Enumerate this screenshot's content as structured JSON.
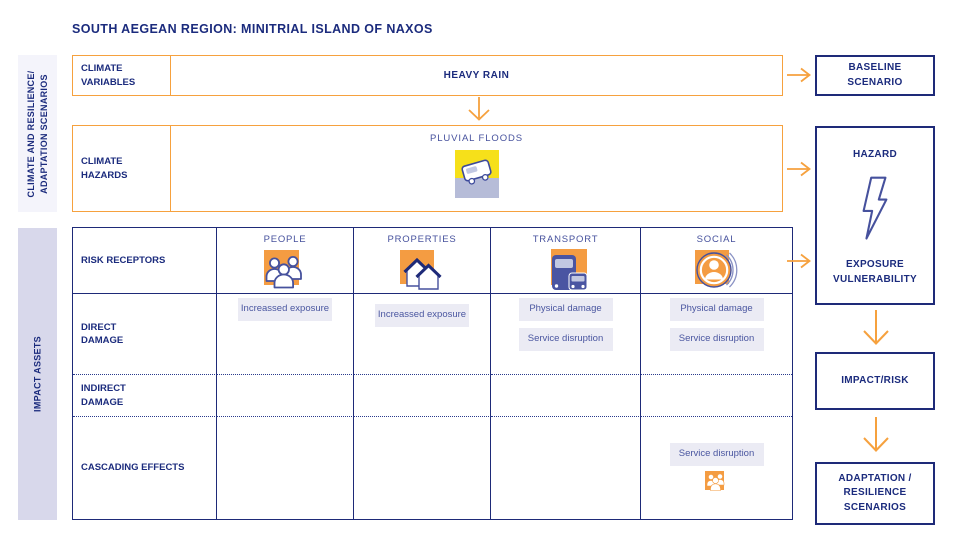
{
  "title": "SOUTH AEGEAN REGION: MINITRIAL ISLAND OF NAXOS",
  "bands": {
    "top": "CLIMATE AND RESILIENCE/ ADAPTATION SCENARIOS",
    "bottom": "IMPACT ASSETS"
  },
  "climate_rows": {
    "variables_label": "CLIMATE VARIABLES",
    "variables_value": "HEAVY RAIN",
    "hazards_label": "CLIMATE HAZARDS",
    "hazards_value": "PLUVIAL FLOODS",
    "hazards_icon": "flooded-car-icon"
  },
  "matrix": {
    "row_labels": {
      "receptors": "RISK RECEPTORS",
      "direct": "DIRECT DAMAGE",
      "indirect": "INDIRECT DAMAGE",
      "cascading": "CASCADING EFFECTS"
    },
    "columns": [
      {
        "header": "PEOPLE",
        "icon": "people-group-icon",
        "direct": [
          "Increassed exposure"
        ],
        "indirect": [],
        "cascading": []
      },
      {
        "header": "PROPERTIES",
        "icon": "houses-icon",
        "direct": [
          "Increassed exposure"
        ],
        "indirect": [],
        "cascading": []
      },
      {
        "header": "TRANSPORT",
        "icon": "vehicles-icon",
        "direct": [
          "Physical damage",
          "Service disruption"
        ],
        "indirect": [],
        "cascading": []
      },
      {
        "header": "SOCIAL",
        "icon": "person-circle-icon",
        "direct": [
          "Physical damage",
          "Service disruption"
        ],
        "indirect": [],
        "cascading": [
          "Service disruption"
        ],
        "cascading_icon": "people-group-small-icon"
      }
    ]
  },
  "flow_boxes": {
    "baseline": "BASELINE SCENARIO",
    "hazard": "HAZARD",
    "exposure": "EXPOSURE VULNERABILITY",
    "impact": "IMPACT/RISK",
    "adaptation": "ADAPTATION / RESILIENCE SCENARIOS"
  },
  "colors": {
    "navy": "#1b2b7d",
    "slate": "#4a56a0",
    "orange_accent": "#f6a13e",
    "icon_orange": "#f49c42",
    "yellow": "#f6e01a",
    "water": "#b6bcd8",
    "chip_bg": "#ebebf4",
    "band_top_bg": "#f4f4fb",
    "band_bottom_bg": "#d8d8eb"
  }
}
